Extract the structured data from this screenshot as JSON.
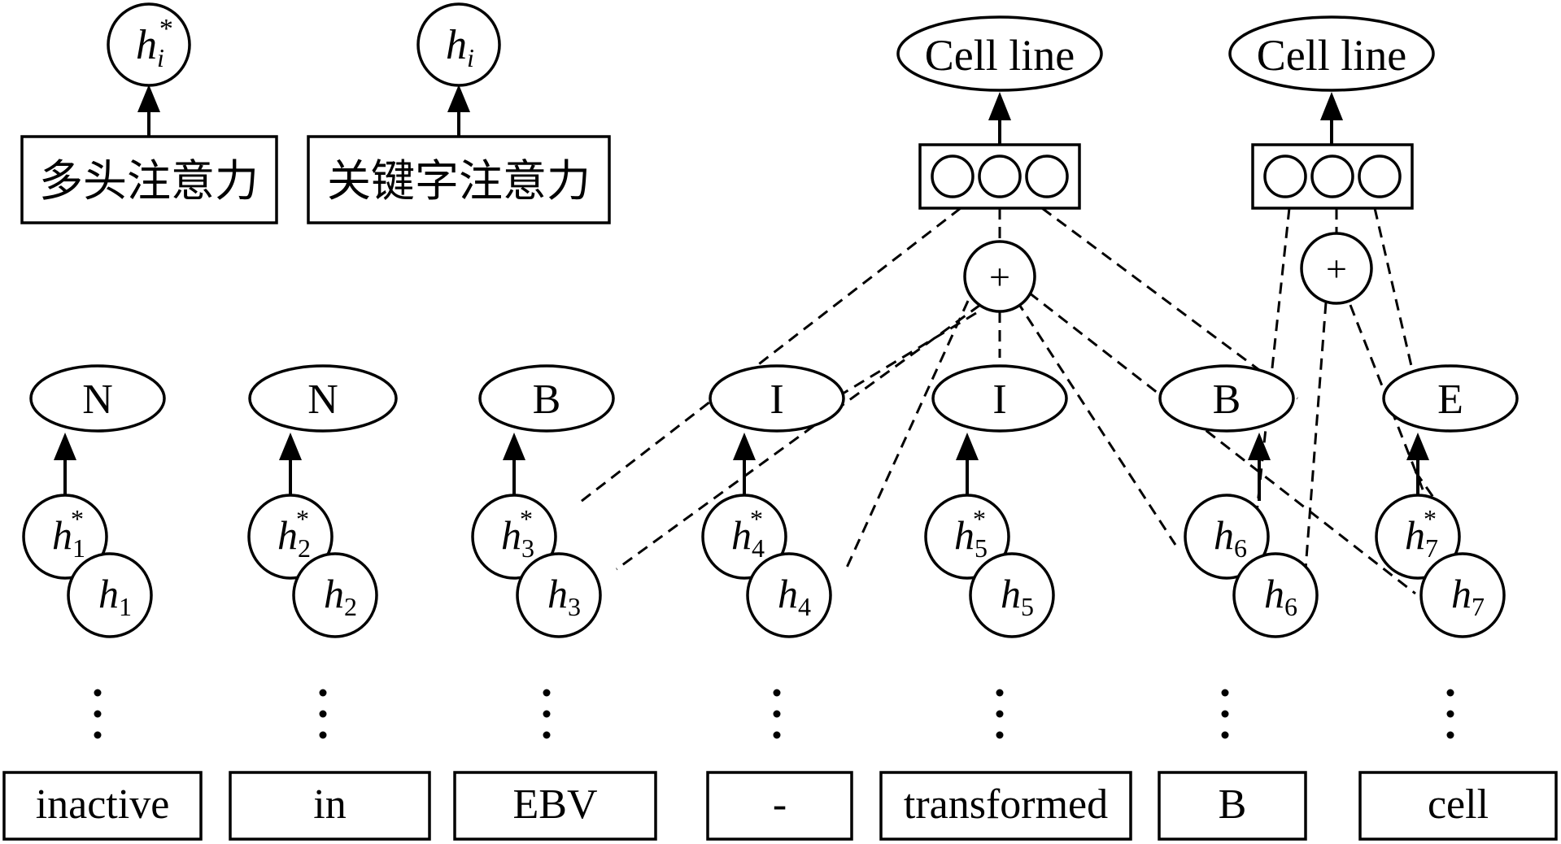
{
  "legend": {
    "multihead": {
      "sym": "h",
      "sub": "i",
      "sup": "*",
      "box": "多头注意力"
    },
    "keyword": {
      "sym": "h",
      "sub": "i",
      "box": "关键字注意力"
    }
  },
  "tokens": [
    "inactive",
    "in",
    "EBV",
    "-",
    "transformed",
    "B",
    "cell"
  ],
  "tags": [
    "N",
    "N",
    "B",
    "I",
    "I",
    "B",
    "E"
  ],
  "hidden_star": [
    {
      "sym": "h",
      "sub": "1",
      "sup": "*"
    },
    {
      "sym": "h",
      "sub": "2",
      "sup": "*"
    },
    {
      "sym": "h",
      "sub": "3",
      "sup": "*"
    },
    {
      "sym": "h",
      "sub": "4",
      "sup": "*"
    },
    {
      "sym": "h",
      "sub": "5",
      "sup": "*"
    },
    {
      "sym": "h",
      "sub": "6",
      "sup": ""
    },
    {
      "sym": "h",
      "sub": "7",
      "sup": "*"
    }
  ],
  "hidden": [
    {
      "sym": "h",
      "sub": "1"
    },
    {
      "sym": "h",
      "sub": "2"
    },
    {
      "sym": "h",
      "sub": "3"
    },
    {
      "sym": "h",
      "sub": "4"
    },
    {
      "sym": "h",
      "sub": "5"
    },
    {
      "sym": "h",
      "sub": "6"
    },
    {
      "sym": "h",
      "sub": "7"
    }
  ],
  "entities": [
    {
      "label": "Cell line",
      "plus": "+"
    },
    {
      "label": "Cell line",
      "plus": "+"
    }
  ],
  "colors": {
    "ink": "#000000",
    "paper": "#ffffff"
  }
}
